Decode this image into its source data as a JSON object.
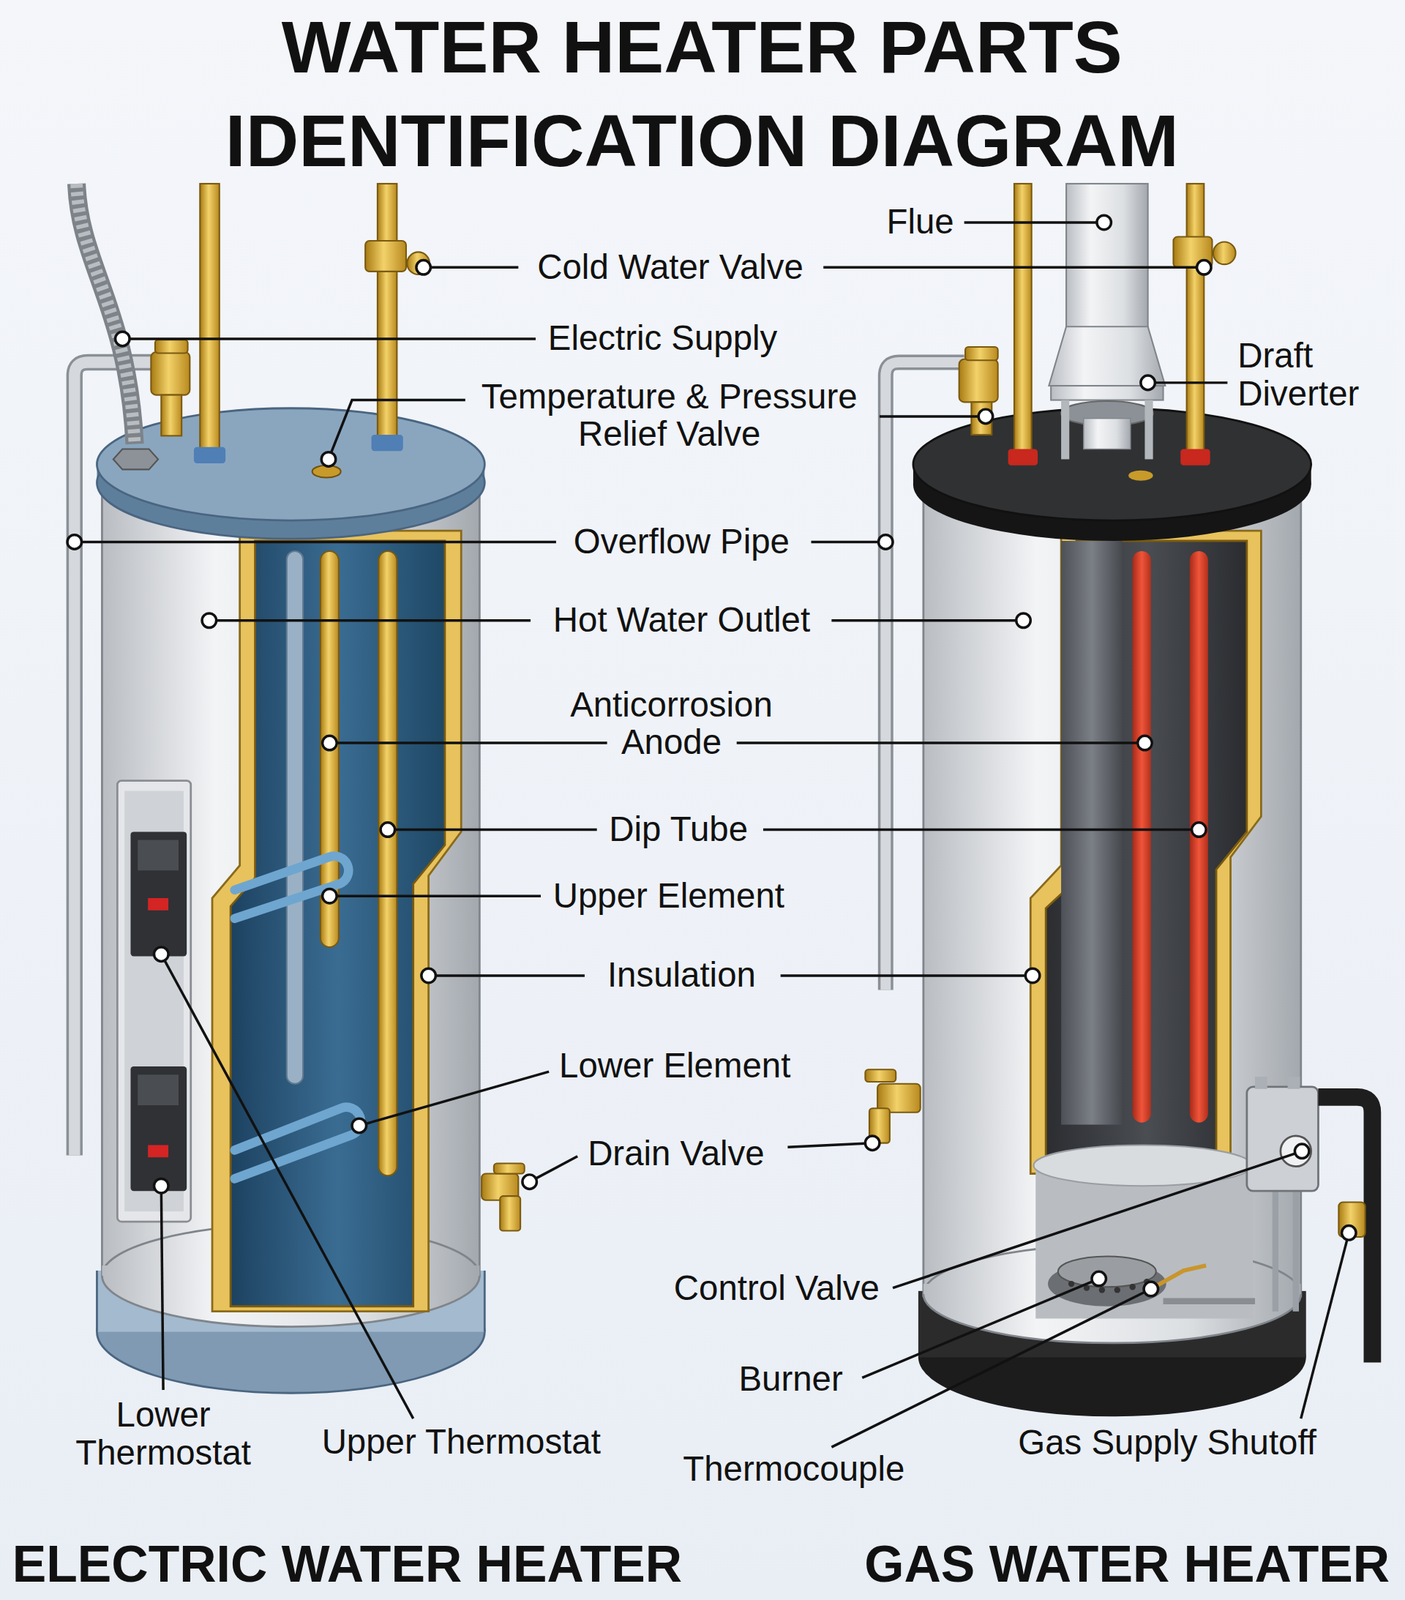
{
  "diagram": {
    "title": "WATER HEATER PARTS IDENTIFICATION DIAGRAM",
    "labels": [
      "Flue",
      "Cold Water Valve",
      "Electric Supply",
      "Draft Diverter",
      "Temperature & Pressure Relief Valve",
      "Overflow Pipe",
      "Hot Water Outlet",
      "Anticorrosion Anode",
      "Dip Tube",
      "Upper Element",
      "Insulation",
      "Lower Element",
      "Drain Valve",
      "Control Valve",
      "Burner",
      "Thermocouple",
      "Lower Thermostat",
      "Upper Thermostat",
      "Gas Supply Shutoff",
      "ELECTRIC WATER HEATER",
      "GAS WATER HEATER"
    ]
  }
}
